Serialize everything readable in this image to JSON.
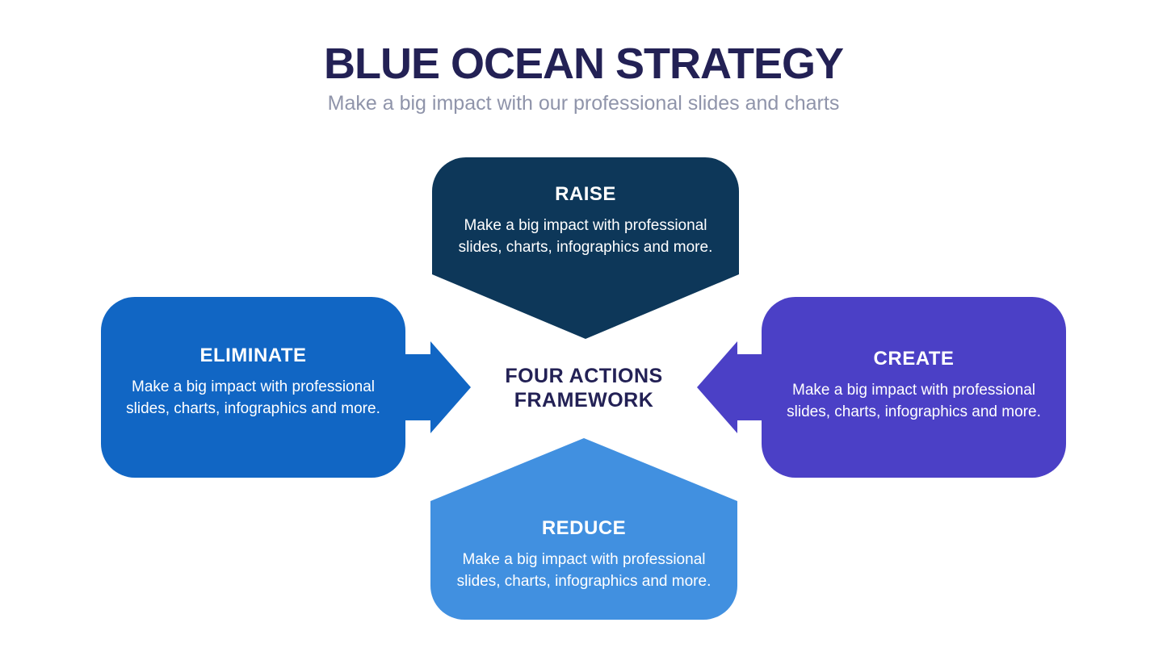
{
  "header": {
    "title": "BLUE OCEAN STRATEGY",
    "subtitle": "Make a big impact with our professional slides and charts"
  },
  "center": {
    "line1": "FOUR ACTIONS",
    "line2": "FRAMEWORK"
  },
  "actions": {
    "raise": {
      "label": "RAISE",
      "description": "Make a big impact with professional slides, charts, infographics and more.",
      "color": "#0d3759",
      "arrow_direction": "down"
    },
    "eliminate": {
      "label": "ELIMINATE",
      "description": "Make a big impact with professional slides, charts, infographics and more.",
      "color": "#1166c4",
      "arrow_direction": "right"
    },
    "create": {
      "label": "CREATE",
      "description": "Make a big impact with professional slides, charts, infographics and more.",
      "color": "#4b40c6",
      "arrow_direction": "left"
    },
    "reduce": {
      "label": "REDUCE",
      "description": "Make a big impact with professional slides, charts, infographics and more.",
      "color": "#4190e0",
      "arrow_direction": "up"
    }
  },
  "colors": {
    "title_text": "#232155",
    "subtitle_text": "#8f94aa",
    "box_text": "#ffffff",
    "background": "#ffffff"
  }
}
